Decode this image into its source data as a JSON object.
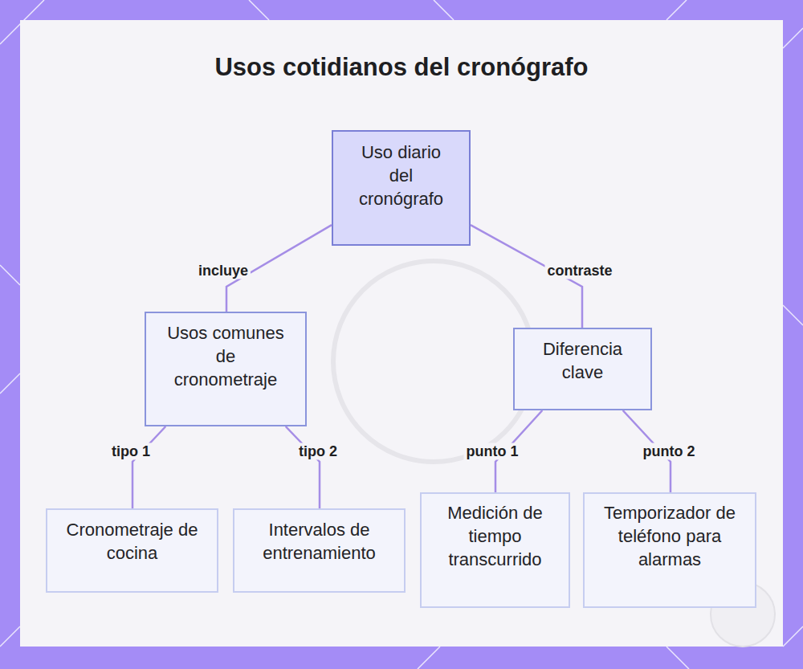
{
  "diagram": {
    "title": "Usos cotidianos del cronógrafo",
    "nodes": [
      {
        "text": [
          "Uso diario del cronógrafo"
        ]
      },
      {
        "text": [
          "Usos comunes de cronometraje"
        ]
      },
      {
        "text": [
          "Diferencia clave"
        ]
      },
      {
        "text": [
          "Cronometraje de cocina"
        ]
      },
      {
        "text": [
          "Intervalos de entrenamiento"
        ]
      },
      {
        "text": [
          "Medición de tiempo transcurrido"
        ]
      },
      {
        "text": [
          "Temporizador de teléfono para alarmas"
        ]
      }
    ],
    "edges": [
      {
        "from": 0,
        "to": 1,
        "label": "incluye",
        "arrow": "none"
      },
      {
        "from": 0,
        "to": 2,
        "label": "contraste",
        "arrow": "none"
      },
      {
        "from": 1,
        "to": 3,
        "label": "tipo 1",
        "arrow": "none"
      },
      {
        "from": 1,
        "to": 4,
        "label": "tipo 2",
        "arrow": "none"
      },
      {
        "from": 2,
        "to": 5,
        "label": "punto 1",
        "arrow": "none"
      },
      {
        "from": 2,
        "to": 6,
        "label": "punto 2",
        "arrow": "none"
      }
    ]
  }
}
